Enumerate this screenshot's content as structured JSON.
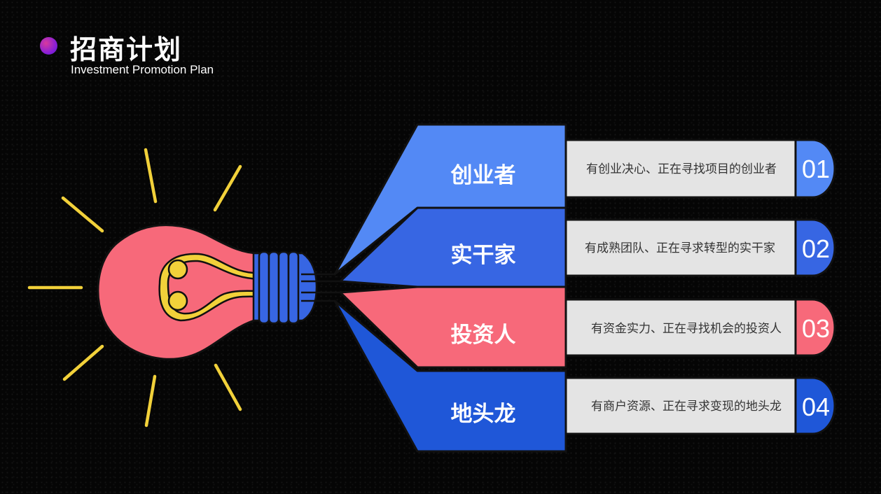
{
  "header": {
    "title": "招商计划",
    "subtitle": "Investment Promotion Plan"
  },
  "items": [
    {
      "label": "创业者",
      "description": "有创业决心、正在寻找项目的创业者",
      "number": "01",
      "color": "#5389f5"
    },
    {
      "label": "实干家",
      "description": "有成熟团队、正在寻求转型的实干家",
      "number": "02",
      "color": "#3766e3"
    },
    {
      "label": "投资人",
      "description": "有资金实力、正在寻找机会的投资人",
      "number": "03",
      "color": "#f7697a"
    },
    {
      "label": "地头龙",
      "description": "有商户资源、正在寻求变现的地头龙",
      "number": "04",
      "color": "#1f57d8"
    }
  ],
  "colors": {
    "background": "#050505",
    "bulb": "#f7697a",
    "filament": "#f2d13a",
    "rays": "#f2d13a",
    "base": "#3766e3",
    "card": "#e4e4e4"
  }
}
